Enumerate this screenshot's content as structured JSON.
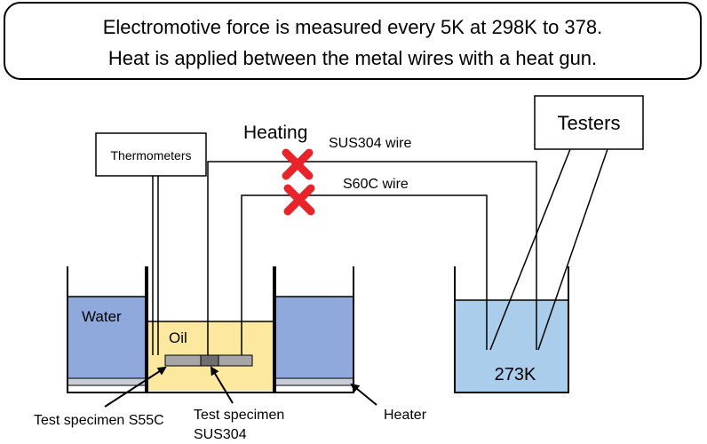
{
  "caption": {
    "line1": "Electromotive force is measured every 5K at 298K to 378.",
    "line2": "Heat is applied between the metal wires with a heat gun."
  },
  "labels": {
    "heating": "Heating",
    "sus304_wire": "SUS304 wire",
    "s60c_wire": "S60C wire",
    "thermometers": "Thermometers",
    "testers": "Testers",
    "water": "Water",
    "oil": "Oil",
    "cold_bath_temp": "273K",
    "specimen_s55c": "Test specimen S55C",
    "specimen_sus304_line1": "Test specimen",
    "specimen_sus304_line2": "SUS304",
    "heater": "Heater"
  },
  "colors": {
    "water": "#8fa9dc",
    "oil": "#fde8a0",
    "cold_bath": "#a9cdea",
    "heater_plate": "#c8cdd8",
    "specimen": "#a6a6a6",
    "specimen_dark": "#6e6e6e",
    "heat_mark": "#e8232a"
  },
  "icons": {
    "heat_mark": "x-cross-icon"
  }
}
